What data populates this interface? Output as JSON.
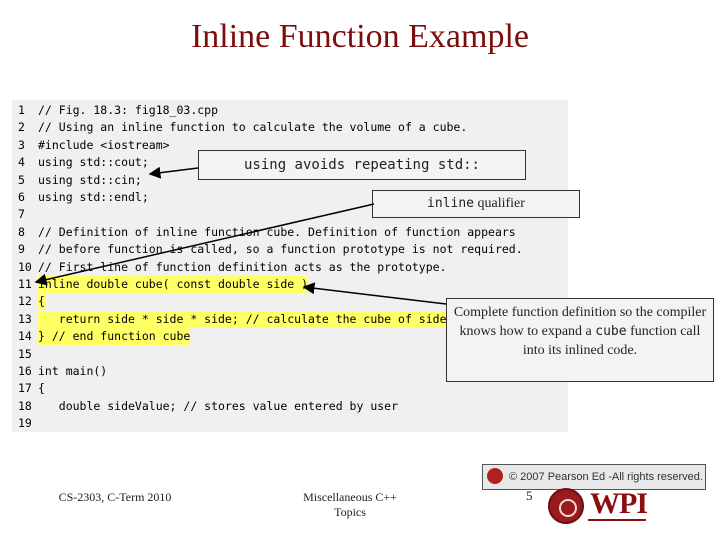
{
  "slide": {
    "title": "Inline Function Example"
  },
  "code": {
    "lines": [
      {
        "n": "1",
        "text": "// Fig. 18.3: fig18_03.cpp"
      },
      {
        "n": "2",
        "text": "// Using an inline function to calculate the volume of a cube."
      },
      {
        "n": "3",
        "text": "#include <iostream>"
      },
      {
        "n": "4",
        "text": "using std::cout;"
      },
      {
        "n": "5",
        "text": "using std::cin;"
      },
      {
        "n": "6",
        "text": "using std::endl;"
      },
      {
        "n": "7",
        "text": ""
      },
      {
        "n": "8",
        "text": "// Definition of inline function cube. Definition of function appears"
      },
      {
        "n": "9",
        "text": "// before function is called, so a function prototype is not required."
      },
      {
        "n": "10",
        "text": "// First line of function definition acts as the prototype."
      },
      {
        "n": "11",
        "text": "inline double cube( const double side )"
      },
      {
        "n": "12",
        "text": "{"
      },
      {
        "n": "13",
        "text": "   return side * side * side; // calculate the cube of side"
      },
      {
        "n": "14",
        "text": "} // end function cube"
      },
      {
        "n": "15",
        "text": ""
      },
      {
        "n": "16",
        "text": "int main()"
      },
      {
        "n": "17",
        "text": "{"
      },
      {
        "n": "18",
        "text": "   double sideValue; // stores value entered by user"
      },
      {
        "n": "19",
        "text": ""
      }
    ]
  },
  "callouts": {
    "using": "using avoids repeating std::",
    "inline_mono": "inline",
    "inline_rest": " qualifier",
    "complete_line1": "Complete function definition so the compiler knows how to expand a",
    "complete_mono": "cube",
    "complete_line2": " function call into its inlined code."
  },
  "footer": {
    "left": "CS-2303, C-Term 2010",
    "center": "Miscellaneous C++ Topics",
    "page": "5",
    "copyright": "© 2007 Pearson Ed -All rights reserved.",
    "logo": "WPI"
  },
  "colors": {
    "title": "#7a0d0d",
    "highlight": "#ffff66",
    "logo": "#8a1010"
  }
}
